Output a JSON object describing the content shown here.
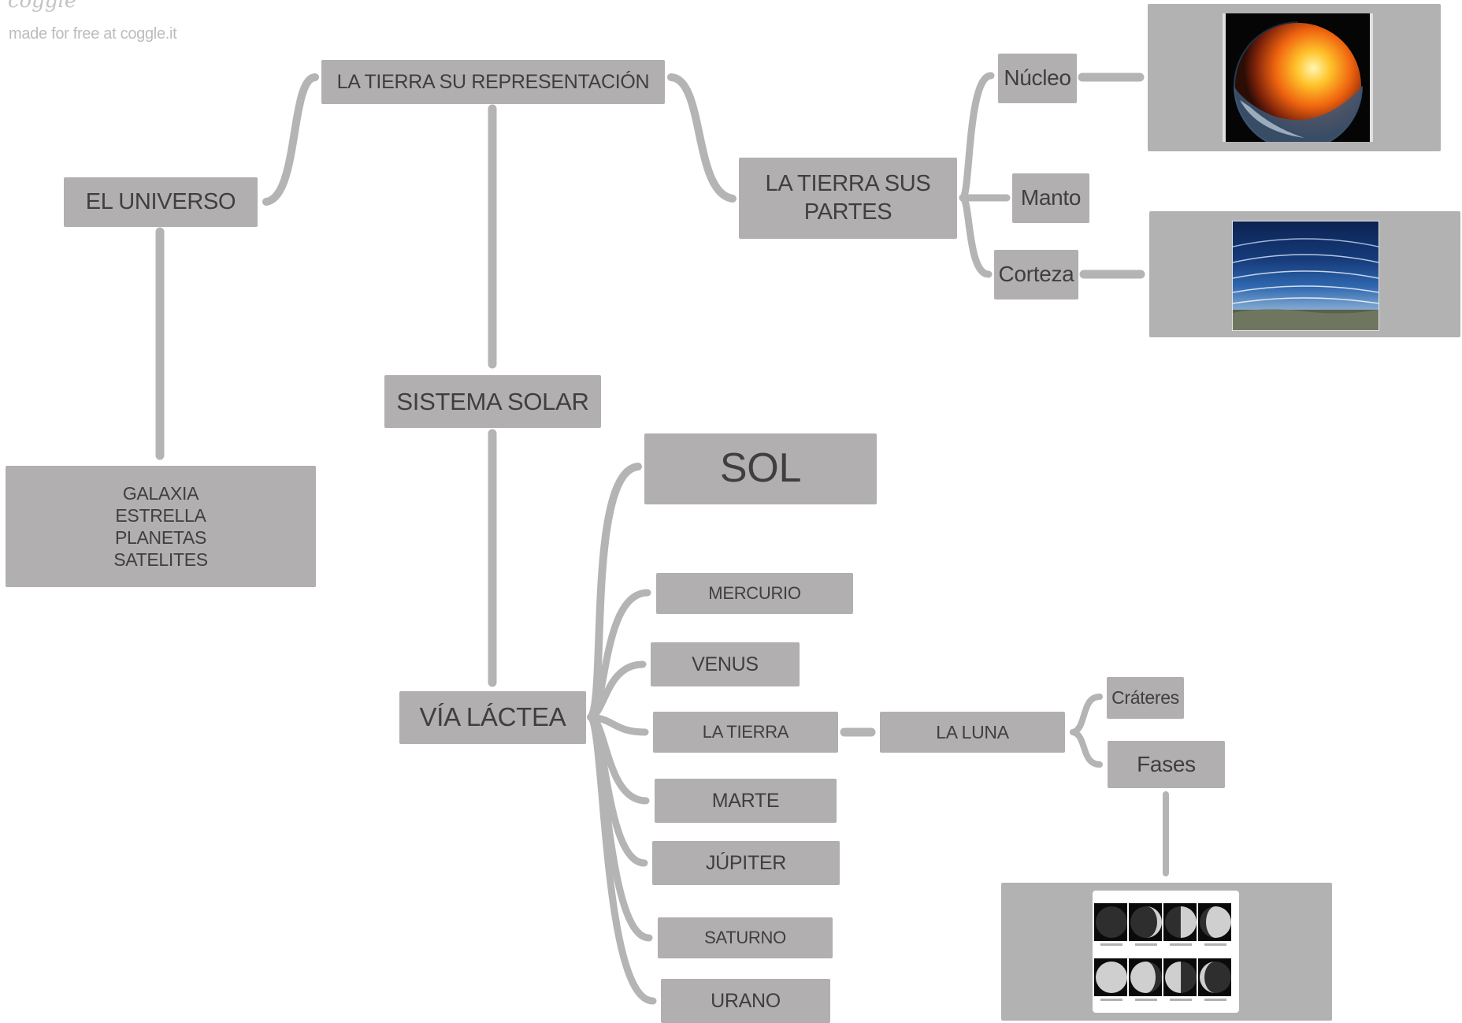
{
  "watermark": {
    "logo": "coggle",
    "text": "made for free at coggle.it"
  },
  "nodes": {
    "la_tierra_su_representacion": "LA TIERRA SU REPRESENTACIÓN",
    "el_universo": "EL UNIVERSO",
    "galaxia_list": "GALAXIA\nESTRELLA\nPLANETAS\nSATELITES",
    "la_tierra_sus_partes": "LA TIERRA SUS\nPARTES",
    "nucleo": "Núcleo",
    "manto": "Manto",
    "corteza": "Corteza",
    "sistema_solar": "SISTEMA SOLAR",
    "via_lactea": "VÍA LÁCTEA",
    "sol": "SOL",
    "mercurio": "MERCURIO",
    "venus": "VENUS",
    "la_tierra": "LA TIERRA",
    "marte": "MARTE",
    "jupiter": "JÚPITER",
    "saturno": "SATURNO",
    "urano": "URANO",
    "la_luna": "LA LUNA",
    "crateres": "Cráteres",
    "fases": "Fases"
  },
  "images": {
    "earth_core": "earth-core-cutaway-image",
    "atmosphere_layers": "atmosphere-layers-image",
    "moon_phases": "moon-phases-image"
  },
  "colors": {
    "node_fill": "#b1afaf",
    "link": "#b4b4b4",
    "text": "#3f3f3f",
    "background": "#ffffff"
  }
}
